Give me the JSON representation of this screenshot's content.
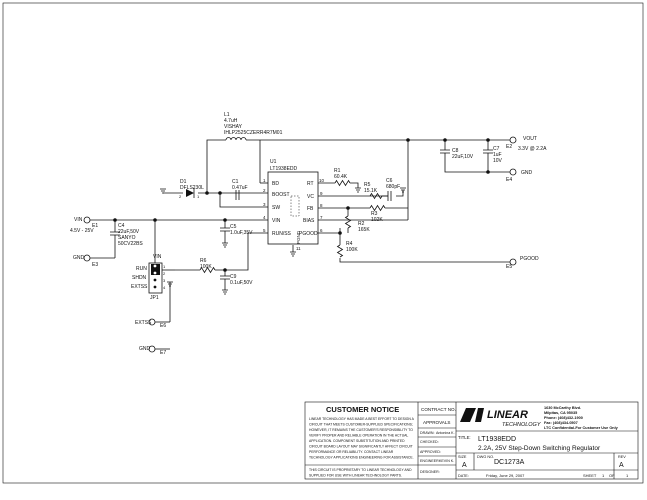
{
  "schematic": {
    "ic": {
      "ref": "U1",
      "part": "LT1938EDD",
      "left_pins": [
        {
          "num": "1",
          "name": "BD"
        },
        {
          "num": "2",
          "name": "BOOST"
        },
        {
          "num": "3",
          "name": "SW"
        },
        {
          "num": "4",
          "name": "VIN"
        },
        {
          "num": "5",
          "name": "RUN/SS"
        }
      ],
      "right_pins": [
        {
          "num": "10",
          "name": "RT"
        },
        {
          "num": "9",
          "name": "VC"
        },
        {
          "num": "8",
          "name": "FB"
        },
        {
          "num": "7",
          "name": "BIAS"
        },
        {
          "num": "6",
          "name": "PGOOD"
        }
      ],
      "bottom_pin": {
        "num": "11",
        "name": "PGND"
      }
    },
    "inductor": {
      "ref": "L1",
      "value": "4.7uH",
      "mfr": "VISHAY",
      "part": "IHLP2525CZERR4R7M01"
    },
    "diode": {
      "ref": "D1",
      "part": "DFLS230L",
      "pin_a": "2",
      "pin_k": "1"
    },
    "c1": {
      "ref": "C1",
      "value": "0.47uF"
    },
    "c4": {
      "ref": "C4",
      "value": "22uF,50V",
      "mfr": "SANYO",
      "part": "50CV22BS"
    },
    "c5": {
      "ref": "C5",
      "value": "1.0uF,35V"
    },
    "c8": {
      "ref": "C8",
      "value": "22uF,10V"
    },
    "c7": {
      "ref": "C7",
      "value": "1uF",
      "value2": "10V"
    },
    "c6": {
      "ref": "C6",
      "value": "680pF"
    },
    "c9": {
      "ref": "C9",
      "value": "0.1uF,50V"
    },
    "r1": {
      "ref": "R1",
      "value": "60.4K"
    },
    "r5": {
      "ref": "R5",
      "value": "15.1K"
    },
    "r3": {
      "ref": "R3",
      "value": "102K"
    },
    "r2": {
      "ref": "R2",
      "value": "165K"
    },
    "r4": {
      "ref": "R4",
      "value": "100K"
    },
    "r6": {
      "ref": "R6",
      "value": "100K"
    },
    "jp1": {
      "ref": "JP1",
      "labels": [
        "VIN",
        "RUN",
        "SHDN",
        "EXTSS"
      ],
      "pins": [
        "1",
        "2",
        "3",
        "4"
      ]
    },
    "terminals": {
      "vin": {
        "ref": "E1",
        "label": "VIN",
        "range": "4.5V - 25V"
      },
      "gnd3": {
        "ref": "E3",
        "label": "GND"
      },
      "vout": {
        "ref": "E2",
        "label": "VOUT",
        "spec": "3.3V @ 2.2A"
      },
      "gnd4": {
        "ref": "E4",
        "label": "GND"
      },
      "pgood": {
        "ref": "E5",
        "label": "PGOOD"
      },
      "extss": {
        "ref": "E6",
        "label": "EXTSS"
      },
      "gnd7": {
        "ref": "E7",
        "label": "GND"
      }
    }
  },
  "title_block": {
    "notice": {
      "heading": "CUSTOMER NOTICE",
      "lines": [
        "LINEAR TECHNOLOGY HAS MADE A BEST EFFORT TO DESIGN A",
        "CIRCUIT THAT MEETS CUSTOMER-SUPPLIED SPECIFICATIONS;",
        "HOWEVER, IT REMAINS THE CUSTOMER'S RESPONSIBILITY TO",
        "VERIFY PROPER AND RELIABLE OPERATION IN THE ACTUAL",
        "APPLICATION.  COMPONENT SUBSTITUTION AND PRINTED",
        "CIRCUIT BOARD LAYOUT MAY SIGNIFICANTLY AFFECT CIRCUIT",
        "PERFORMANCE OR RELIABILITY.  CONTACT LINEAR",
        "TECHNOLOGY APPLICATIONS ENGINEERING FOR ASSISTANCE."
      ],
      "proprietary": [
        "THIS CIRCUIT IS PROPRIETARY TO LINEAR TECHNOLOGY AND",
        "SUPPLIED FOR USE WITH LINEAR TECHNOLOGY PARTS."
      ]
    },
    "contract_no": "CONTRACT NO.",
    "approvals": "APPROVALS",
    "drawn_label": "DRAWN:",
    "drawn_value": "Antonina K.",
    "checked_label": "CHECKED:",
    "approved_label": "APPROVED:",
    "engineer_label": "ENGINEER:",
    "engineer_value": "KEVIN K.",
    "designer_label": "DESIGNER:",
    "logo_text": "LINEAR",
    "logo_sub": "TECHNOLOGY",
    "address": [
      "1630 McCarthy Blvd.",
      "Milpitas, CA 95035",
      "Phone: (408)432-1900",
      "Fax: (408)434-0507"
    ],
    "confidential": "LTC Confidential-For Customer Use Only",
    "title_label": "TITLE:",
    "title_value": "LT1938EDD",
    "subtitle": "2.2A, 25V Step-Down Switching Regulator",
    "size_label": "SIZE",
    "size_value": "A",
    "dwg_label": "DWG NO.",
    "dwg_value": "DC1273A",
    "rev_label": "REV",
    "rev_value": "A",
    "date_label": "DATE:",
    "date_value": "Friday, June 29, 2007",
    "sheet_label": "SHEET",
    "sheet_num": "1",
    "of_label": "OF",
    "sheet_total": "1"
  }
}
